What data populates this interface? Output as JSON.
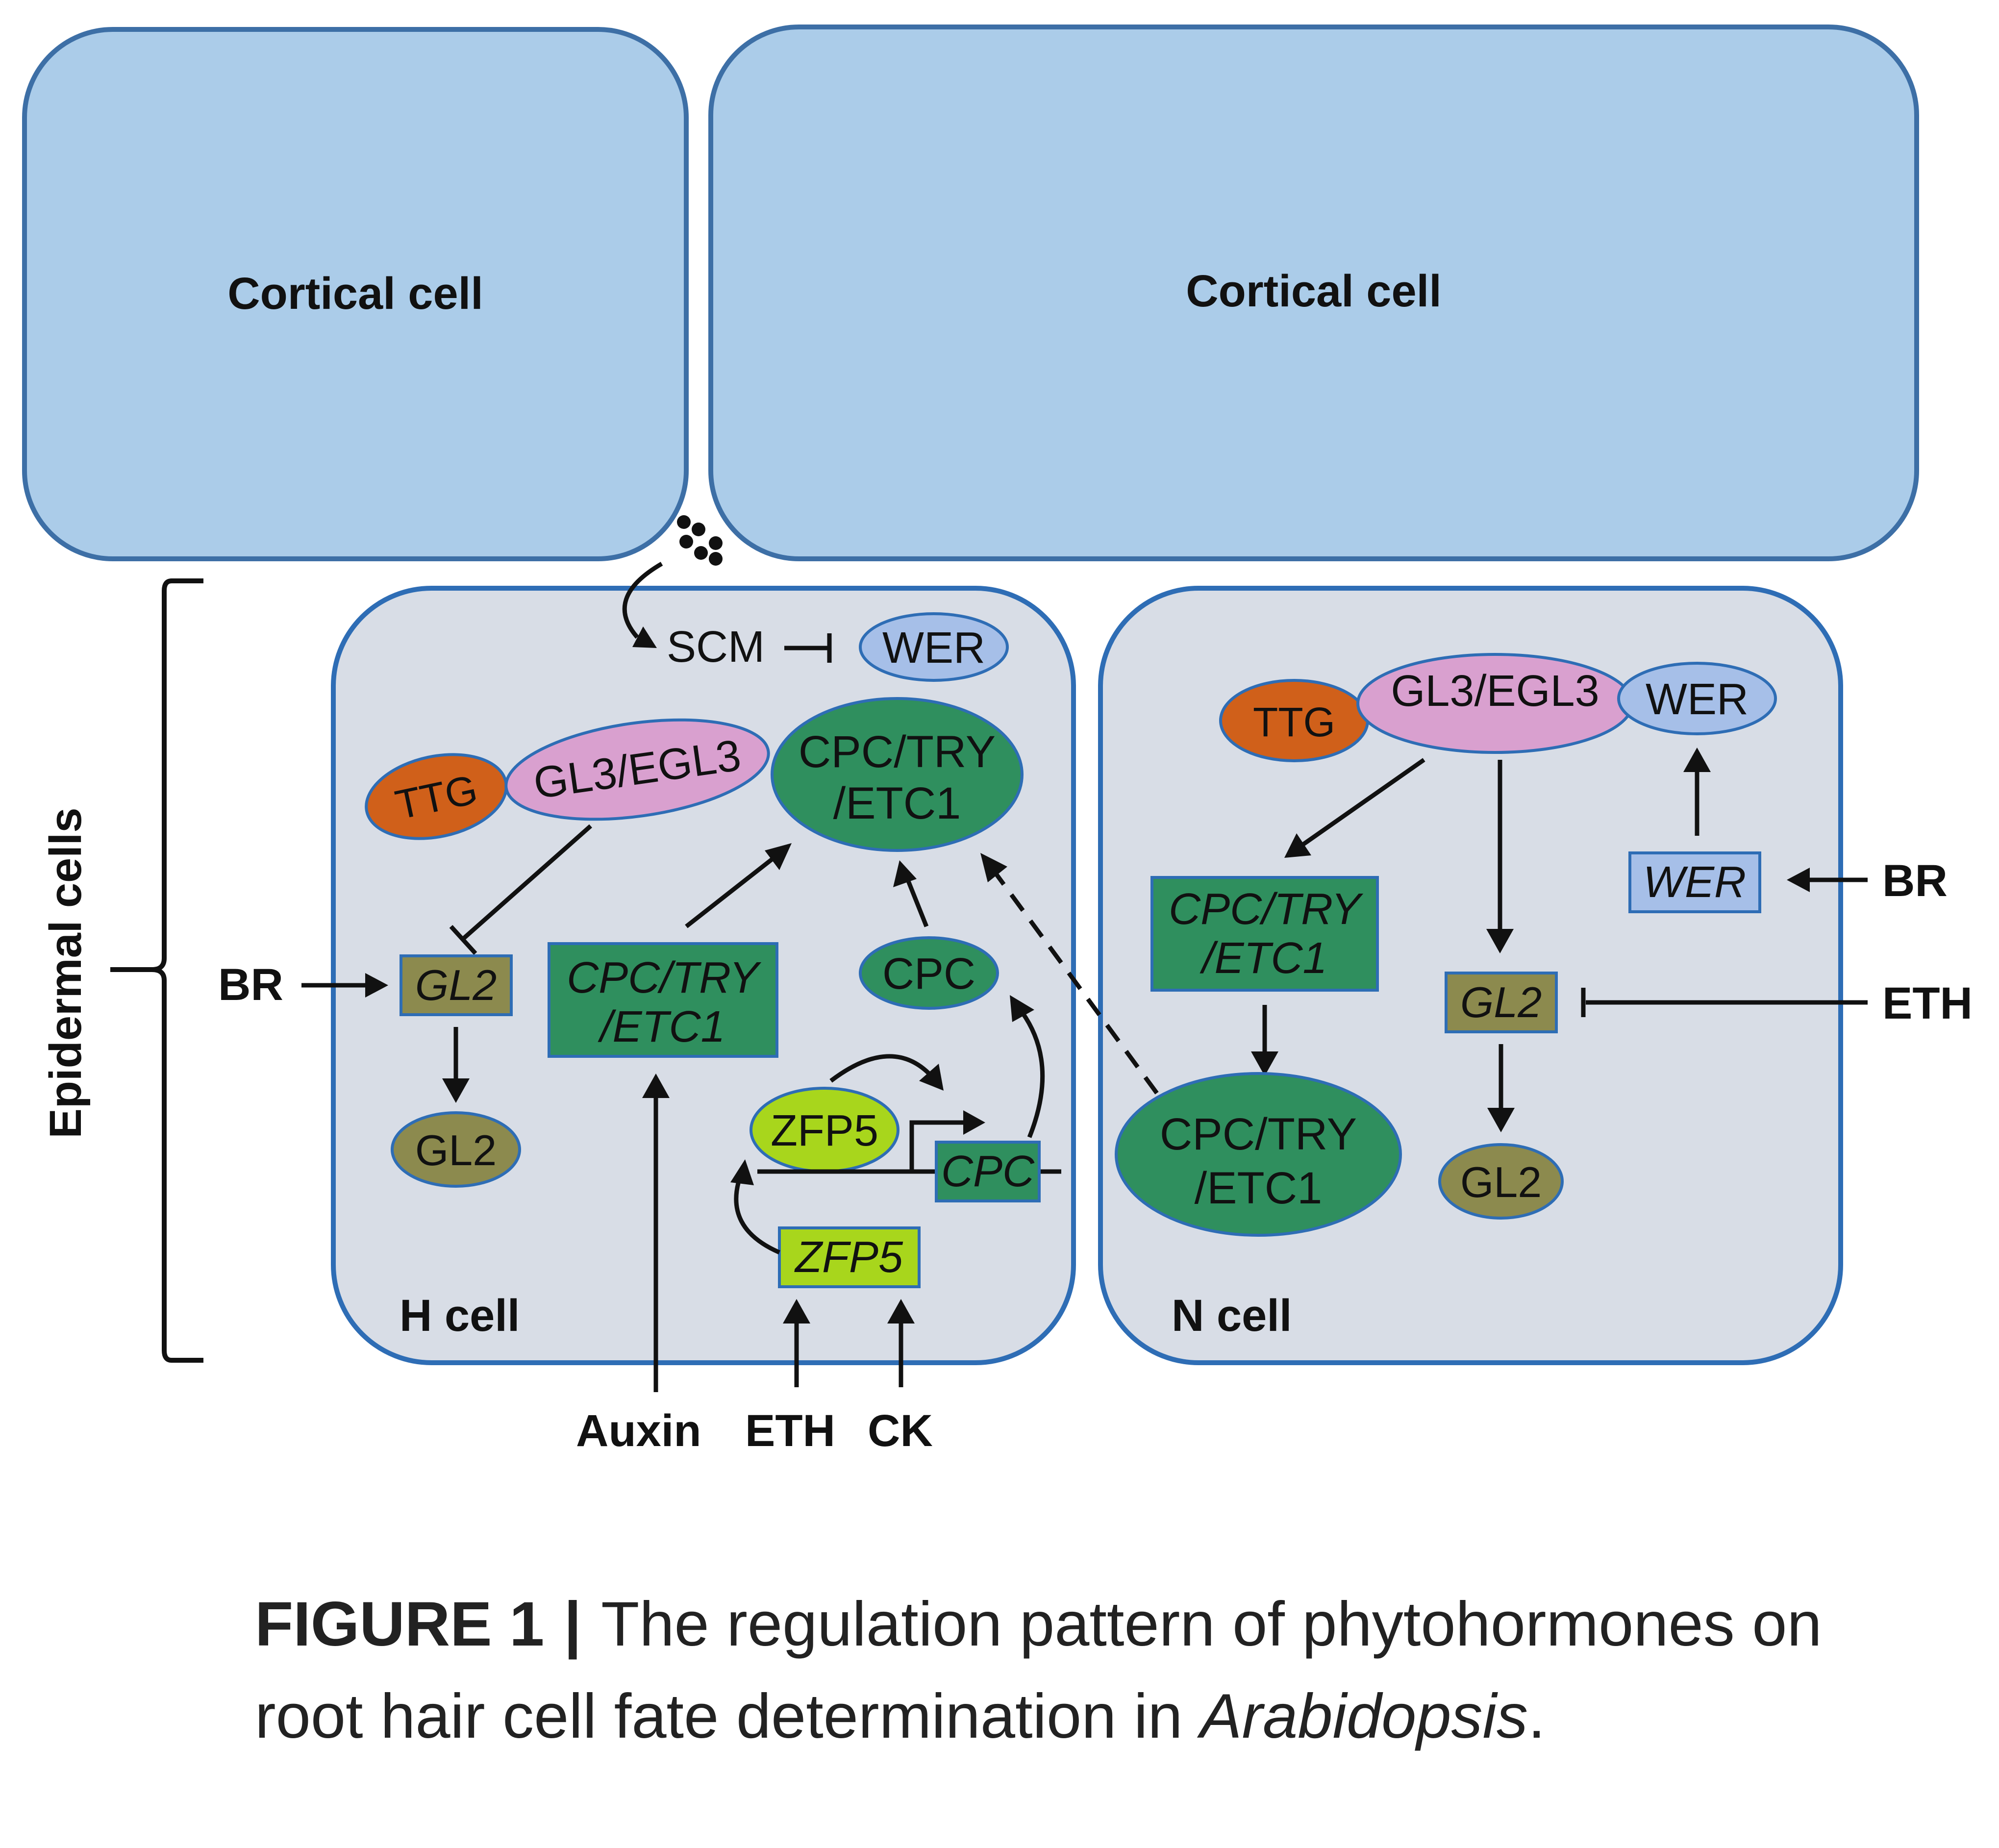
{
  "colors": {
    "cortical_fill": "#abcce9",
    "cortical_stroke": "#3d6fa6",
    "epidermal_fill": "#d8dde6",
    "epidermal_stroke": "#2e6db5",
    "ttg": "#d0601a",
    "gl3": "#d9a0cf",
    "wer": "#a6bfe8",
    "green": "#2f8f5e",
    "olive": "#8c8a4e",
    "lime": "#a8d61c"
  },
  "cells": {
    "cortical_left": "Cortical cell",
    "cortical_right": "Cortical cell",
    "h_cell": "H cell",
    "n_cell": "N cell",
    "epidermal": "Epidermal cells"
  },
  "h": {
    "scm": "SCM",
    "wer": "WER",
    "ttg": "TTG",
    "gl3": "GL3/EGL3",
    "cpc_complex_1": "CPC/TRY",
    "cpc_complex_2": "/ETC1",
    "gl2_gene": "GL2",
    "gl2_protein": "GL2",
    "cpc_gene_1": "CPC/TRY",
    "cpc_gene_2": "/ETC1",
    "cpc_protein": "CPC",
    "zfp5_protein": "ZFP5",
    "cpc_promoter": "CPC",
    "zfp5_gene": "ZFP5",
    "br": "BR"
  },
  "n": {
    "ttg": "TTG",
    "gl3": "GL3/EGL3",
    "wer": "WER",
    "cpc_gene_1": "CPC/TRY",
    "cpc_gene_2": "/ETC1",
    "wer_gene": "WER",
    "gl2_gene": "GL2",
    "cpc_complex_1": "CPC/TRY",
    "cpc_complex_2": "/ETC1",
    "gl2_protein": "GL2",
    "br": "BR",
    "eth": "ETH"
  },
  "bottom": {
    "auxin": "Auxin",
    "eth": "ETH",
    "ck": "CK"
  },
  "caption": {
    "label": "FIGURE 1",
    "sep": "|",
    "text": "The regulation pattern of phytohormones on root hair cell fate determination in",
    "species": "Arabidopsis",
    "end": "."
  }
}
